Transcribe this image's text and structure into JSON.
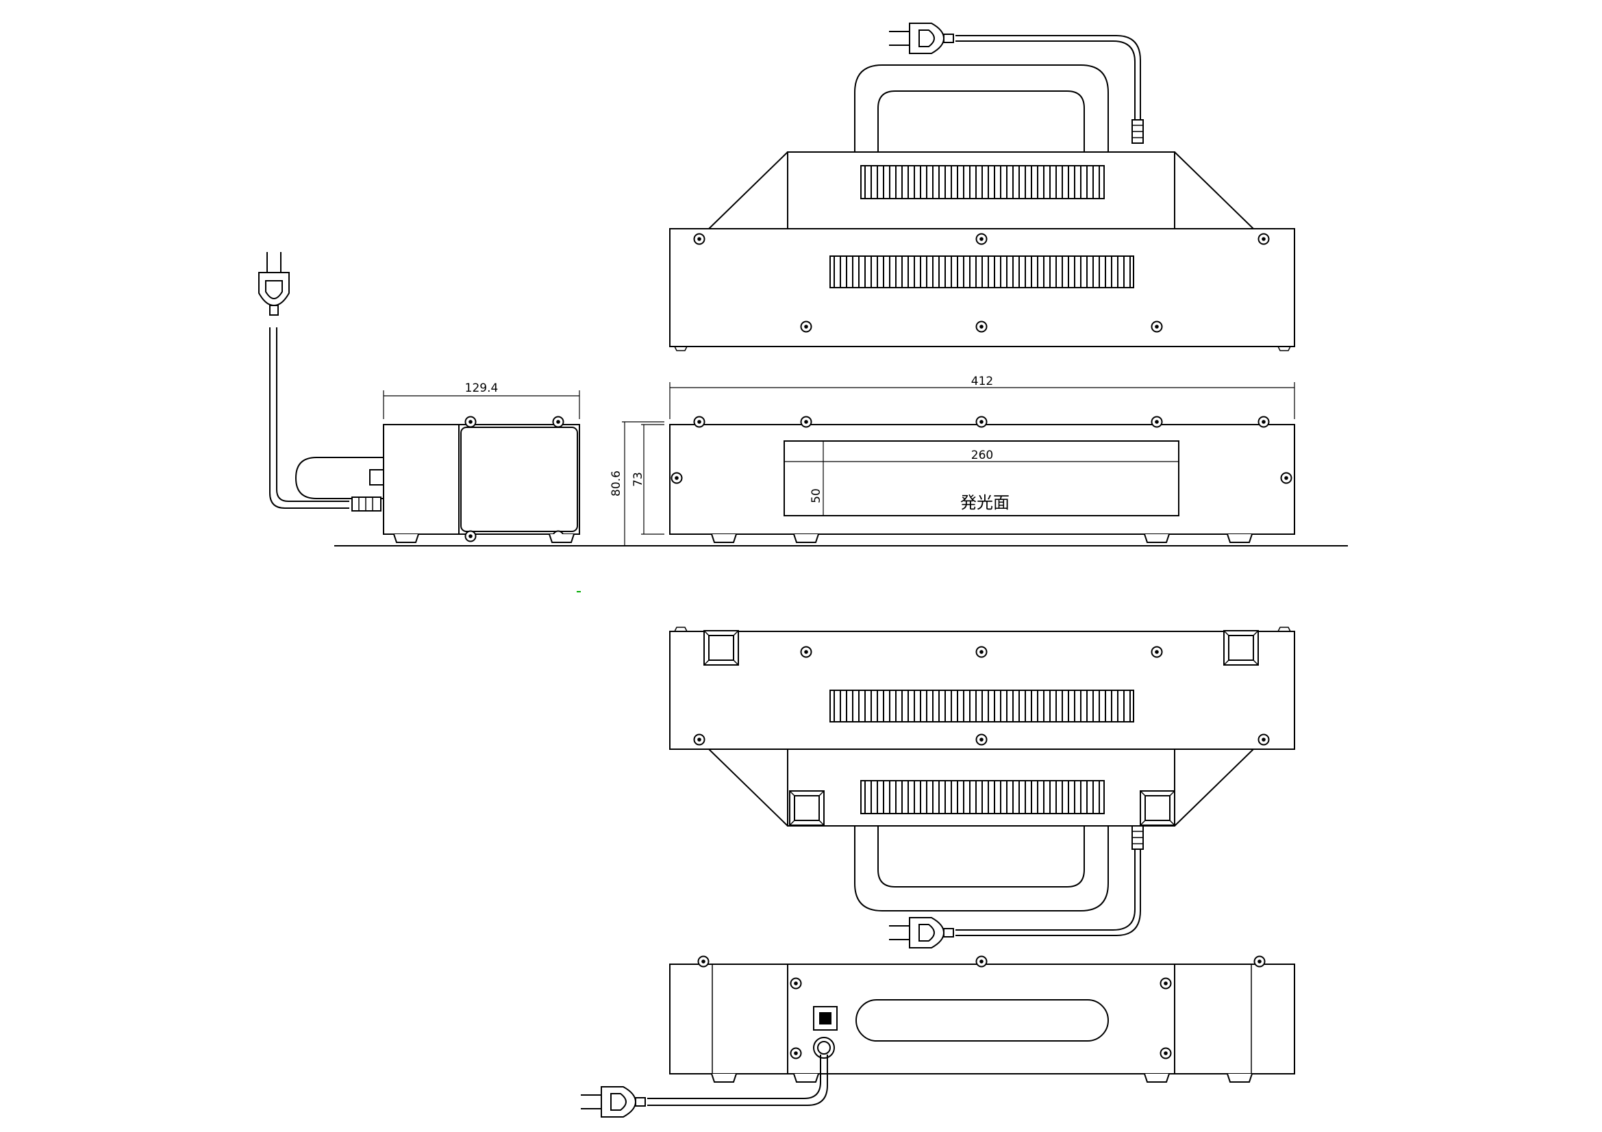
{
  "dimensions": {
    "side_width": "129.4",
    "front_width": "412",
    "front_height_total": "80.6",
    "front_height_body": "73",
    "window_width": "260",
    "window_height": "50"
  },
  "labels": {
    "emitting_surface": "発光面"
  },
  "colors": {
    "line": "#000000",
    "background": "#ffffff",
    "marker": "#00aa00"
  }
}
